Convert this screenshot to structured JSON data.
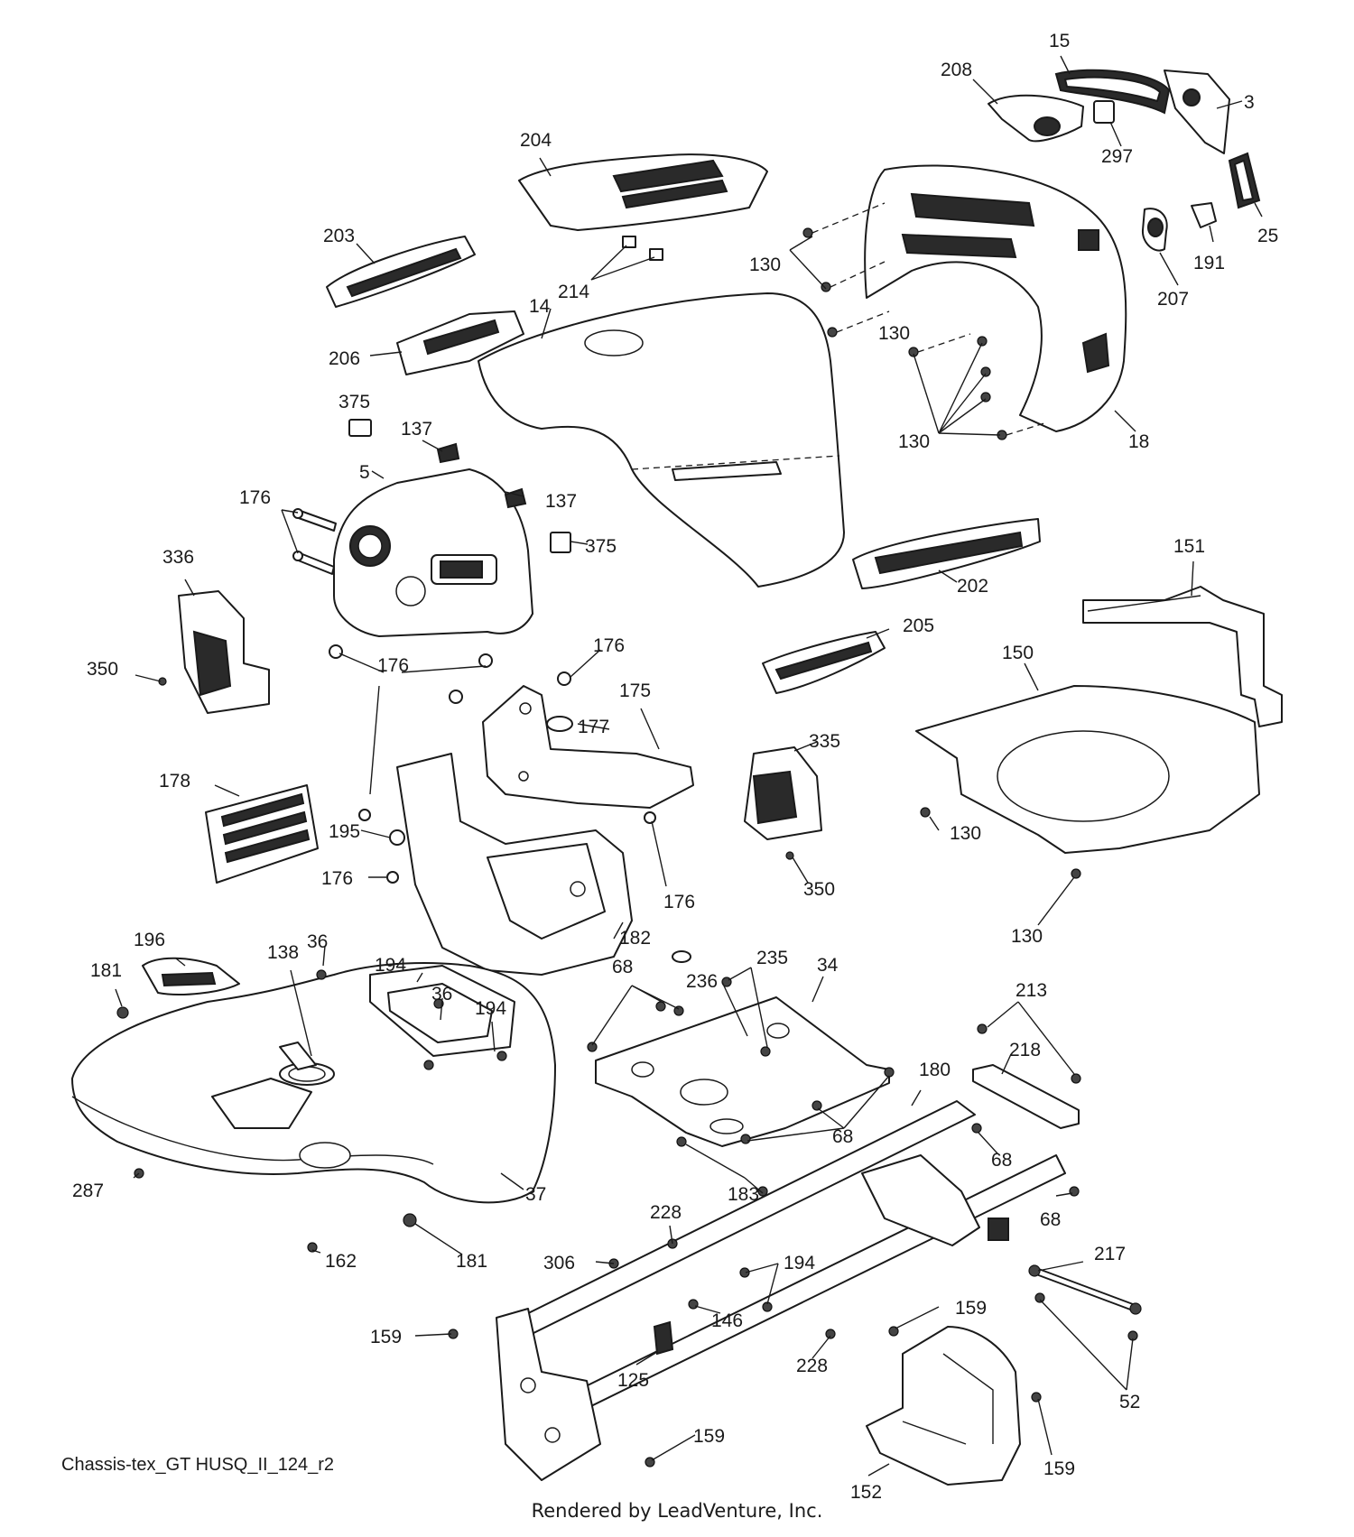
{
  "diagram_code": "Chassis-tex_GT HUSQ_II_124_r2",
  "rendered_by": "Rendered by LeadVenture, Inc.",
  "callouts": {
    "c15": "15",
    "c208": "208",
    "c3": "3",
    "c297": "297",
    "c25": "25",
    "c191": "191",
    "c207": "207",
    "c204": "204",
    "c203": "203",
    "c214": "214",
    "c14": "14",
    "c206": "206",
    "c130a": "130",
    "c130b": "130",
    "c130c": "130",
    "c130d": "130",
    "c130e": "130",
    "c18": "18",
    "c375a": "375",
    "c137a": "137",
    "c137b": "137",
    "c375b": "375",
    "c5": "5",
    "c176a": "176",
    "c176b": "176",
    "c176c": "176",
    "c176d": "176",
    "c176e": "176",
    "c336": "336",
    "c350a": "350",
    "c202": "202",
    "c151": "151",
    "c205": "205",
    "c150": "150",
    "c175": "175",
    "c177": "177",
    "c335": "335",
    "c178": "178",
    "c195": "195",
    "c350b": "350",
    "c182": "182",
    "c196": "196",
    "c181a": "181",
    "c138": "138",
    "c36a": "36",
    "c194a": "194",
    "c36b": "36",
    "c194b": "194",
    "c68a": "68",
    "c235": "235",
    "c236": "236",
    "c34": "34",
    "c213": "213",
    "c218": "218",
    "c180": "180",
    "c68b": "68",
    "c68c": "68",
    "c68d": "68",
    "c183": "183",
    "c287": "287",
    "c37": "37",
    "c162": "162",
    "c181b": "181",
    "c228a": "228",
    "c306": "306",
    "c194c": "194",
    "c146": "146",
    "c217": "217",
    "c159a": "159",
    "c159b": "159",
    "c125": "125",
    "c228b": "228",
    "c52": "52",
    "c159c": "159",
    "c159d": "159",
    "c152": "152"
  }
}
